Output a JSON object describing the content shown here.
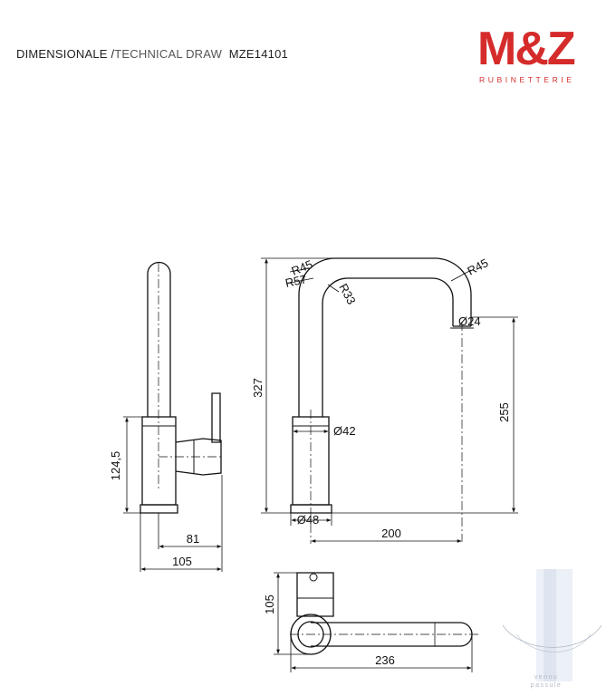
{
  "header": {
    "title_main": "DIMENSIONALE /",
    "title_sub": "TECHNICAL DRAW",
    "model": "MZE14101"
  },
  "logo": {
    "brand": "M&Z",
    "subtitle": "RUBINETTERIE",
    "color": "#d52b2b"
  },
  "dimensions": {
    "side_base_height": "124,5",
    "side_handle_offset": "81",
    "side_base_depth": "105",
    "front_height": "327",
    "radius_outer_left": "R45",
    "radius_mid_left": "R57",
    "radius_inner": "R33",
    "radius_right": "R45",
    "spout_diameter": "Ø24",
    "spout_height": "255",
    "body_diameter": "Ø42",
    "base_diameter": "Ø48",
    "reach": "200",
    "top_depth": "105",
    "top_length": "236"
  },
  "watermark": {
    "line1": "vennu",
    "line2": "passule"
  }
}
